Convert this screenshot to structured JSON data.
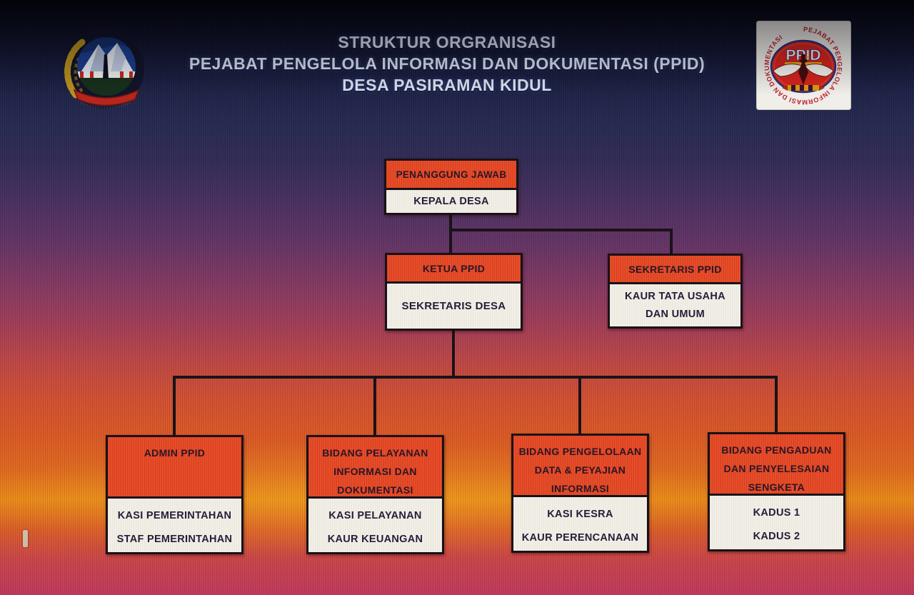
{
  "title": {
    "line1": "STRUKTUR ORGRANISASI",
    "line2": "PEJABAT PENGELOLA INFORMASI DAN DOKUMENTASI (PPID)",
    "line3": "DESA PASIRAMAN KIDUL"
  },
  "logos": {
    "village_emblem_name": "lambang-desa-pasiraman-kidul",
    "ppid_badge_center_text": "PPID",
    "ppid_badge_ring_text": "PEJABAT PENGELOLA INFORMASI DAN DOKUMENTASI"
  },
  "chart": {
    "root": {
      "role": "PENANGGUNG JAWAB",
      "holder_lines": [
        "KEPALA DESA"
      ]
    },
    "level2": [
      {
        "role": "KETUA PPID",
        "holder_lines": [
          "SEKRETARIS DESA"
        ]
      },
      {
        "role": "SEKRETARIS PPID",
        "holder_lines": [
          "KAUR TATA USAHA",
          "DAN UMUM"
        ]
      }
    ],
    "level3": [
      {
        "role_lines": [
          "ADMIN PPID"
        ],
        "holder_lines": [
          "KASI PEMERINTAHAN",
          "STAF PEMERINTAHAN"
        ]
      },
      {
        "role_lines": [
          "BIDANG PELAYANAN",
          "INFORMASI DAN",
          "DOKUMENTASI"
        ],
        "holder_lines": [
          "KASI PELAYANAN",
          "KAUR KEUANGAN"
        ]
      },
      {
        "role_lines": [
          "BIDANG PENGELOLAAN",
          "DATA & PEYAJIAN",
          "INFORMASI"
        ],
        "holder_lines": [
          "KASI KESRA",
          "KAUR PERENCANAAN"
        ]
      },
      {
        "role_lines": [
          "BIDANG PENGADUAN",
          "DAN PENYELESAIAN",
          "SENGKETA"
        ],
        "holder_lines": [
          "KADUS 1",
          "KADUS 2"
        ]
      }
    ]
  },
  "colors": {
    "box_header_red": "#e54b27",
    "box_body_cream": "#f2efe7",
    "box_border": "#1a1118",
    "connector": "#1a1219",
    "title_text": "#dce2f2",
    "head_text": "#2a1526",
    "body_text": "#241d38"
  }
}
